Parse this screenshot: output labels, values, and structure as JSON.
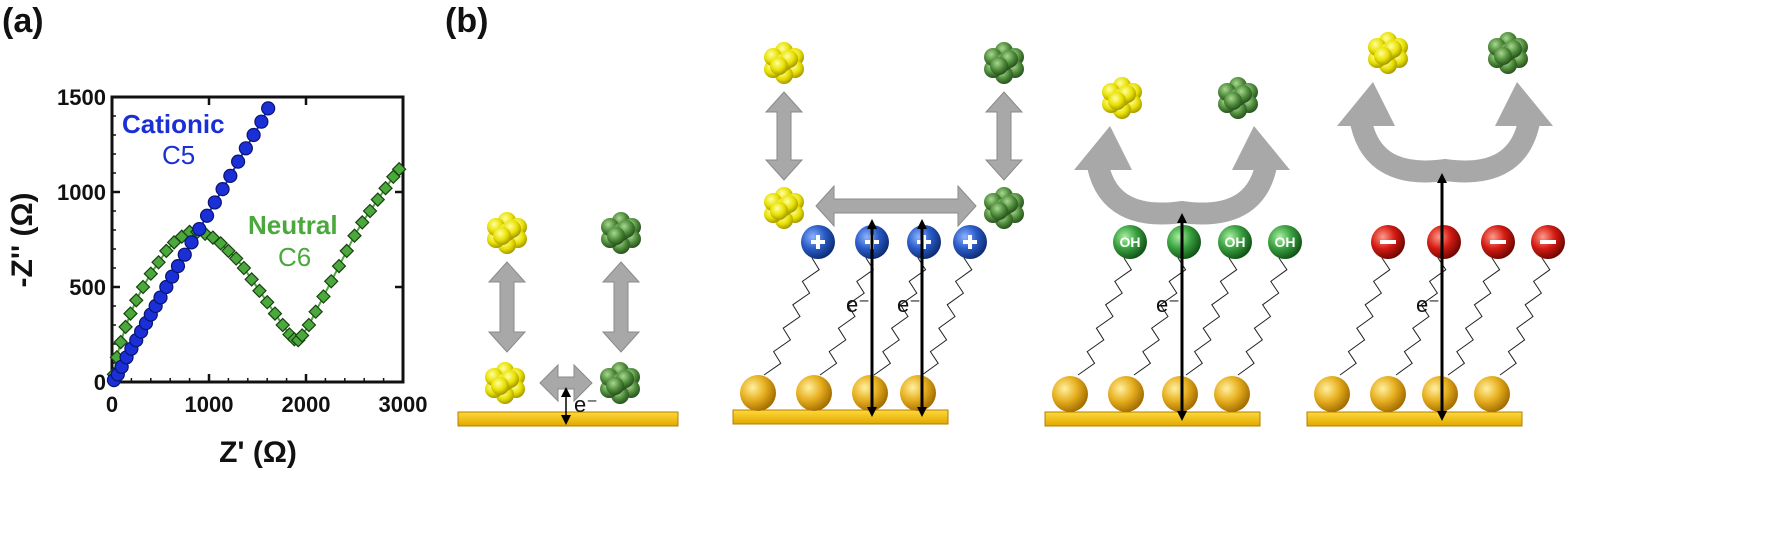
{
  "panels": {
    "a": "(a)",
    "b": "(b)"
  },
  "chart_data": {
    "type": "scatter",
    "title": "",
    "xlabel": "Z' (Ω)",
    "ylabel": "-Z'' (Ω)",
    "xlim": [
      0,
      3000
    ],
    "ylim": [
      0,
      1500
    ],
    "xticks": [
      "0",
      "1000",
      "2000",
      "3000"
    ],
    "yticks": [
      "0",
      "500",
      "1000",
      "1500"
    ],
    "grid": false,
    "series": [
      {
        "name": "Cationic C5",
        "label_main": "Cationic",
        "label_sub": "C5",
        "color": "#1a2fd6",
        "marker": "circle",
        "x": [
          20,
          60,
          100,
          150,
          200,
          250,
          300,
          350,
          400,
          450,
          500,
          560,
          620,
          680,
          750,
          820,
          900,
          980,
          1060,
          1140,
          1220,
          1300,
          1380,
          1460,
          1540,
          1610
        ],
        "y": [
          10,
          40,
          80,
          130,
          175,
          220,
          265,
          310,
          355,
          400,
          445,
          500,
          555,
          610,
          670,
          735,
          805,
          875,
          945,
          1015,
          1085,
          1160,
          1230,
          1300,
          1370,
          1440
        ]
      },
      {
        "name": "Neutral C6",
        "label_main": "Neutral",
        "label_sub": "C6",
        "color": "#4aa83c",
        "marker": "diamond",
        "x": [
          20,
          50,
          90,
          140,
          190,
          250,
          320,
          400,
          480,
          560,
          640,
          720,
          800,
          880,
          960,
          1040,
          1120,
          1200,
          1280,
          1360,
          1440,
          1520,
          1600,
          1680,
          1760,
          1830,
          1880,
          1920,
          1960,
          2030,
          2100,
          2180,
          2260,
          2340,
          2420,
          2500,
          2580,
          2660,
          2740,
          2820,
          2900,
          2960
        ],
        "y": [
          40,
          130,
          210,
          290,
          360,
          430,
          500,
          570,
          630,
          690,
          735,
          765,
          790,
          790,
          780,
          760,
          730,
          690,
          650,
          600,
          540,
          480,
          420,
          360,
          300,
          250,
          225,
          220,
          245,
          300,
          370,
          450,
          530,
          610,
          690,
          770,
          840,
          900,
          960,
          1020,
          1080,
          1120
        ]
      }
    ]
  },
  "schematic": {
    "electron_label": "e⁻",
    "oh_label": "OH"
  }
}
